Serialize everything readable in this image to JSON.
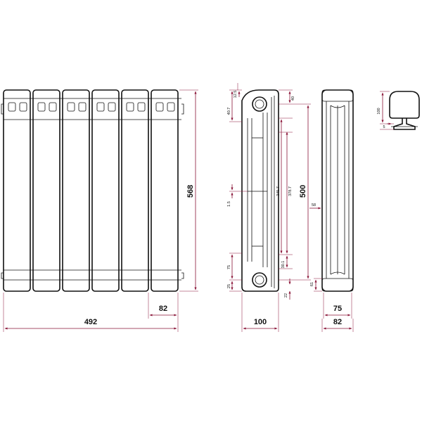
{
  "colors": {
    "dimension": "#8a1538",
    "outline": "#111111"
  },
  "front_view": {
    "overall_width": "492",
    "section_width": "82",
    "height": "568"
  },
  "side_view": {
    "depth": "100",
    "axis_distance": "500",
    "top_offset": "12.5",
    "upper_depth": "40.7",
    "right_top": "40",
    "center_small": "1.5",
    "span_a": "345.7",
    "span_b": "378.7",
    "lower_a": "75",
    "lower_b": "30.1",
    "bottom_a": "25",
    "bottom_b": "22"
  },
  "back_view": {
    "inner_width": "75",
    "outer_width": "82",
    "middle": "58",
    "bottom_small": "61"
  },
  "detail_view": {
    "height": "100",
    "gap": "5"
  }
}
